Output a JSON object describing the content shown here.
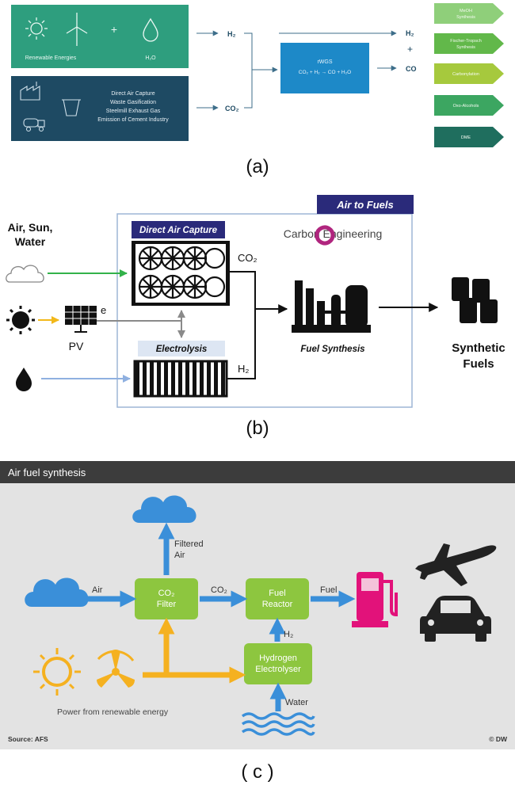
{
  "panel_a": {
    "caption": "(a)",
    "renewable": {
      "left_label": "Renewable Energies",
      "right_label": "H₂O"
    },
    "sources": {
      "lines": [
        "Direct Air Capture",
        "Waste Gasification",
        "Steelmill Exhaust Gas",
        "Emission of Cement Industry"
      ]
    },
    "h2_in": "H₂",
    "co2_in": "CO₂",
    "rwgs": {
      "title": "rWGS",
      "equation": "CO₂ + H₂ → CO + H₂O"
    },
    "h2_out": "H₂",
    "plus": "+",
    "co_out": "CO",
    "products": [
      {
        "lines": [
          "MeOH",
          "Synthesis"
        ]
      },
      {
        "lines": [
          "Fischer-Tropsch",
          "Synthesis"
        ]
      },
      {
        "lines": [
          "Carbonylation"
        ]
      },
      {
        "lines": [
          "Oxo-Alcohols"
        ]
      },
      {
        "lines": [
          "DME"
        ]
      }
    ],
    "colors": {
      "renewable_box": "#2e9e7e",
      "source_box": "#1e4a63",
      "rwgs_box": "#1d89c8",
      "arrow_line": "#3d6e8a",
      "product_1": "#8fcf7a",
      "product_2": "#62b84a",
      "product_3": "#a6c93d",
      "product_4": "#3ca661",
      "product_5": "#1f6e5e"
    }
  },
  "panel_b": {
    "caption": "(b)",
    "air_to_fuels": "Air to Fuels",
    "direct_air_capture": "Direct Air Capture",
    "company": "Carbon Engineering",
    "inputs_label": [
      "Air, Sun,",
      "Water"
    ],
    "co2": "CO₂",
    "h2": "H₂",
    "e": "e",
    "pv": "PV",
    "electrolysis": "Electrolysis",
    "fuel_synthesis": "Fuel Synthesis",
    "output": [
      "Synthetic",
      "Fuels"
    ],
    "colors": {
      "title_bar": "#2a2a7a",
      "logo": "#b0257e",
      "green_arrow": "#33b24a",
      "sun_arrow": "#f2b81a",
      "blue_arrow": "#8fb0e0",
      "grey": "#8a8a8a",
      "box_border": "#9db5d6"
    }
  },
  "panel_c": {
    "caption": "( c )",
    "title": "Air fuel synthesis",
    "air": "Air",
    "filtered_air": [
      "Filtered",
      "Air"
    ],
    "co2_filter": [
      "CO₂",
      "Filter"
    ],
    "co2": "CO₂",
    "fuel_reactor": [
      "Fuel",
      "Reactor"
    ],
    "fuel": "Fuel",
    "h2": "H₂",
    "hydrogen_electrolyser": [
      "Hydrogen",
      "Electrolyser"
    ],
    "water": "Water",
    "power": "Power from renewable energy",
    "source": "Source: AFS",
    "credit": "© DW",
    "colors": {
      "header": "#3c3c3c",
      "background": "#e3e3e3",
      "green_box": "#8dc63f",
      "blue": "#3a8fd9",
      "orange": "#f5b120",
      "pump": "#e2127a",
      "vehicle": "#222222"
    }
  }
}
